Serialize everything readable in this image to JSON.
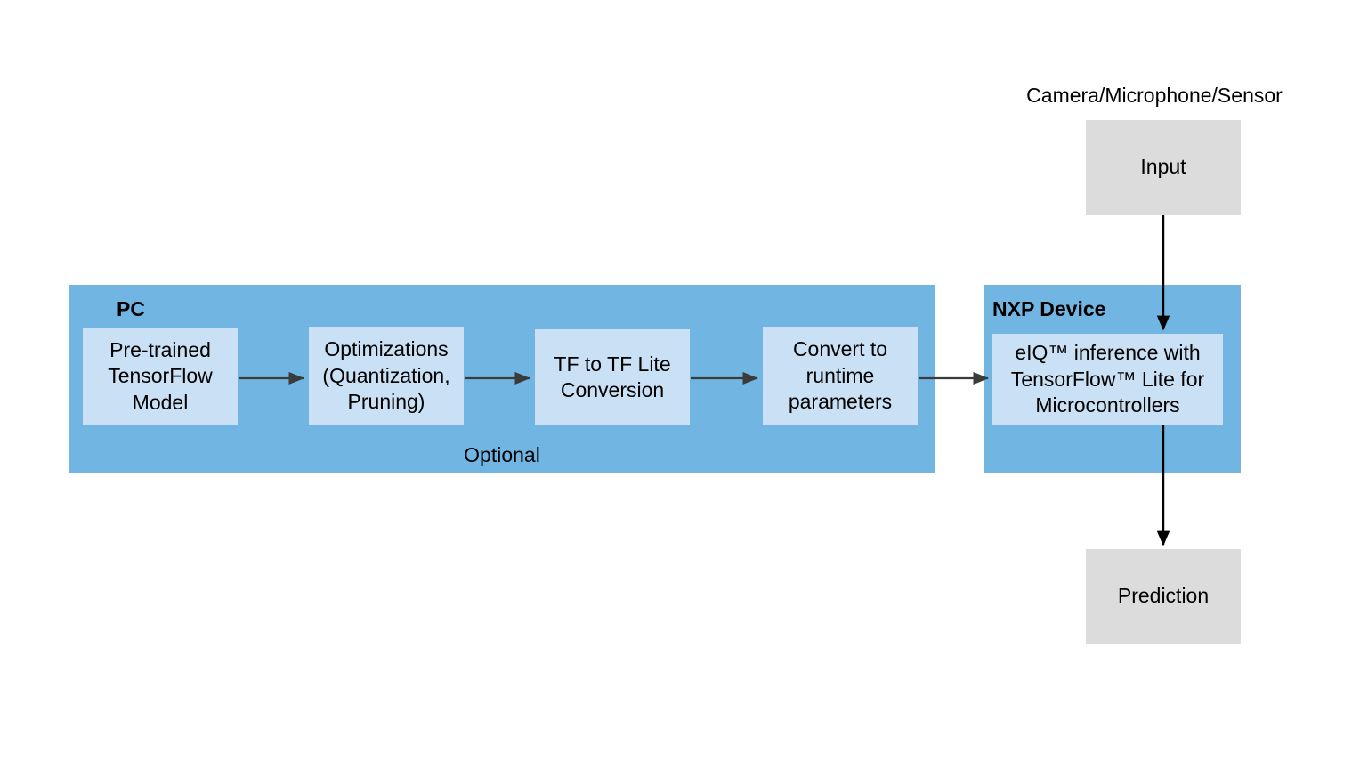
{
  "diagram": {
    "title_label": "Camera/Microphone/Sensor",
    "colors": {
      "group_fill": "#71b6e3",
      "process_fill": "#cae0f4",
      "io_fill": "#dcdcdc",
      "arrow": "#3b3b3b",
      "arrow_dark": "#000000",
      "text": "#000000",
      "background": "#ffffff"
    },
    "groups": [
      {
        "id": "pc",
        "label": "PC",
        "footer": "Optional"
      },
      {
        "id": "nxp",
        "label": "NXP Device",
        "footer": ""
      }
    ],
    "pc_steps": [
      {
        "id": "pretrained-model",
        "text": "Pre-trained TensorFlow Model"
      },
      {
        "id": "optimizations",
        "text": "Optimizations (Quantization, Pruning)"
      },
      {
        "id": "tflite-conversion",
        "text": "TF to TF Lite Conversion"
      },
      {
        "id": "runtime-parameters",
        "text": "Convert to runtime parameters"
      }
    ],
    "nxp_step": {
      "id": "eiq-inference",
      "text": "eIQ™ inference with TensorFlow™ Lite for Microcontrollers"
    },
    "io_nodes": [
      {
        "id": "input",
        "text": "Input"
      },
      {
        "id": "prediction",
        "text": "Prediction"
      }
    ],
    "arrows": [
      {
        "id": "model-to-optimizations",
        "direction": "right"
      },
      {
        "id": "optimizations-to-conversion",
        "direction": "right"
      },
      {
        "id": "conversion-to-runtime",
        "direction": "right"
      },
      {
        "id": "runtime-to-device",
        "direction": "right"
      },
      {
        "id": "input-to-inference",
        "direction": "down"
      },
      {
        "id": "inference-to-prediction",
        "direction": "down"
      }
    ]
  }
}
